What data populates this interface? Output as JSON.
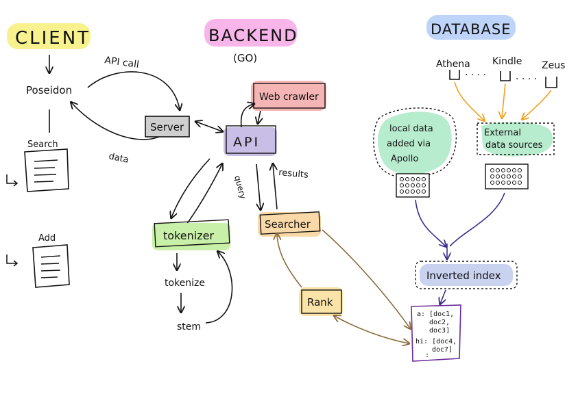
{
  "sections": {
    "client": "CLIENT",
    "backend": "BACKEND",
    "backend_sub": "(GO)",
    "database": "DATABASE"
  },
  "client": {
    "app": "Poseidon",
    "api_call": "API call",
    "data": "data",
    "search": "Search",
    "add": "Add"
  },
  "backend": {
    "server": "Server",
    "web_crawler": "Web crawler",
    "api": "API",
    "tokenizer": "tokenizer",
    "tokenize": "tokenize",
    "stem": "stem",
    "query": "query",
    "results": "results",
    "searcher": "Searcher",
    "rank": "Rank"
  },
  "database": {
    "sources": [
      "Athena",
      "Kindle",
      "Zeus"
    ],
    "ellipsis": ". . . .",
    "local_data": [
      "local data",
      "added via",
      "Apollo"
    ],
    "external": [
      "External",
      "data sources"
    ],
    "inverted_index": "Inverted index",
    "index_lines": [
      "a: [doc1,",
      "doc2,",
      "doc3]",
      "hi: [doc4,",
      "doc7]",
      ":"
    ]
  },
  "colors": {
    "client_hl": "#f6f07a",
    "backend_hl": "#f7a8e6",
    "database_hl": "#b7cff7",
    "server_box": "#cfcfcf",
    "crawler_box": "#f4a3a3",
    "api_box": "#c9bfe6",
    "tokenizer_box": "#c9f0a8",
    "searcher_box": "#f9d9a8",
    "rank_box": "#f9e3a8",
    "local_blob": "#b8eccf",
    "external_blob": "#b8eccf",
    "inverted_box": "#c9d3ef",
    "orange_arrow": "#f0a020",
    "navy_arrow": "#3a2a8a",
    "brown_arrow": "#8b6a3a",
    "index_border": "#6a2a9a"
  }
}
